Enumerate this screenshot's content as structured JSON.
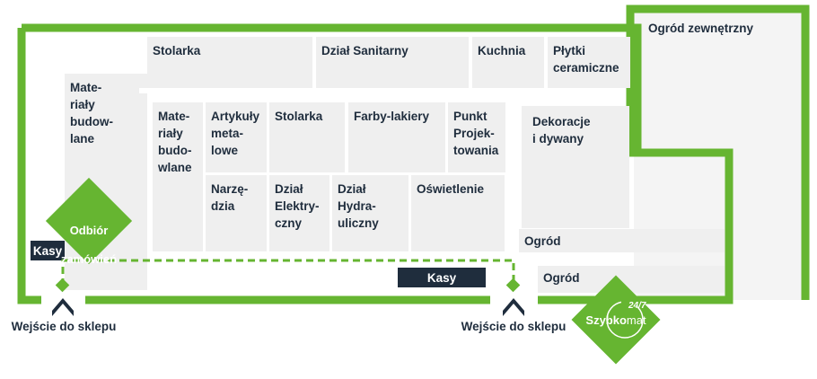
{
  "colors": {
    "accent_green": "#66b531",
    "zone_grey": "#efefef",
    "dark_navy": "#1f2d3d",
    "white": "#ffffff"
  },
  "zones": {
    "stolarka_top": "Stolarka",
    "dzial_sanitarny": "Dział Sanitarny",
    "kuchnia": "Kuchnia",
    "plytki": "Płytki\nceramiczne",
    "ogrod_zewnetrzny": "Ogród zewnętrzny",
    "materialy_outer": "Mate-\nriały\nbudow-\nlane",
    "materialy_inner": "Mate-\nriały\nbudo-\nwlane",
    "artykuly": "Artykuły\nmeta-\nlowe",
    "stolarka_mid": "Stolarka",
    "farby": "Farby-lakiery",
    "punkt": "Punkt\nProjek-\ntowania",
    "dekoracje": "Dekoracje\ni dywany",
    "narzedzia": "Narzę-\ndzia",
    "elektryczny": "Dział\nElektry-\nczny",
    "hydrauliczny": "Dział\nHydra-\nuliczny",
    "oswietlenie": "Oświetlenie",
    "ogrod_1": "Ogród",
    "ogrod_2": "Ogród"
  },
  "checkouts": {
    "kasy_left": "Kasy",
    "kasy_center": "Kasy"
  },
  "pickup": {
    "line1": "Odbiór",
    "line2": "zamówień"
  },
  "entrances": {
    "left": "Wejście do sklepu",
    "right": "Wejście do sklepu"
  },
  "szybkomat": {
    "hours": "24/7",
    "brand_bold": "Szybko",
    "brand_light": "mat"
  }
}
